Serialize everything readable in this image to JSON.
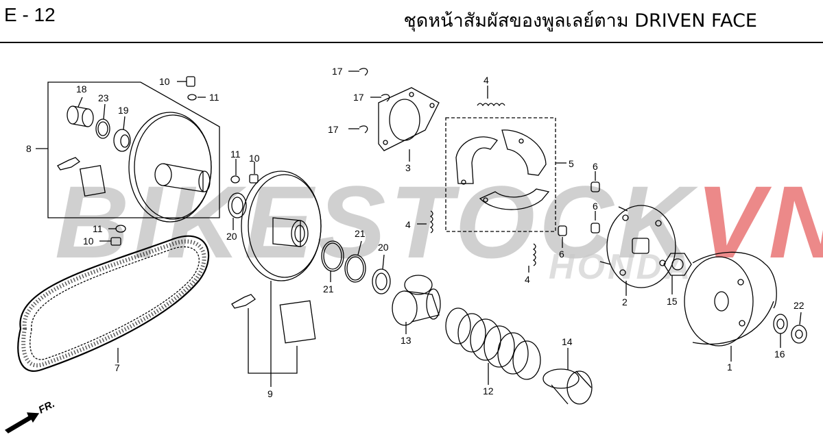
{
  "header": {
    "page_code": "E - 12",
    "title": "ชุดหน้าสัมผัสของพูลเลย์ตาม  DRIVEN FACE"
  },
  "watermark": {
    "text_main": "BIKESTOCK",
    "text_accent": "VN",
    "brand": "HONDA"
  },
  "direction_label": "FR.",
  "parts": {
    "p1": "1",
    "p2": "2",
    "p3": "3",
    "p4a": "4",
    "p4b": "4",
    "p4c": "4",
    "p5": "5",
    "p6a": "6",
    "p6b": "6",
    "p6c": "6",
    "p7": "7",
    "p8": "8",
    "p9": "9",
    "p10a": "10",
    "p10b": "10",
    "p10c": "10",
    "p11a": "11",
    "p11b": "11",
    "p11c": "11",
    "p12": "12",
    "p13": "13",
    "p14": "14",
    "p15": "15",
    "p16": "16",
    "p17a": "17",
    "p17b": "17",
    "p17c": "17",
    "p18": "18",
    "p19": "19",
    "p20a": "20",
    "p20b": "20",
    "p21a": "21",
    "p21b": "21",
    "p22": "22",
    "p23": "23"
  }
}
